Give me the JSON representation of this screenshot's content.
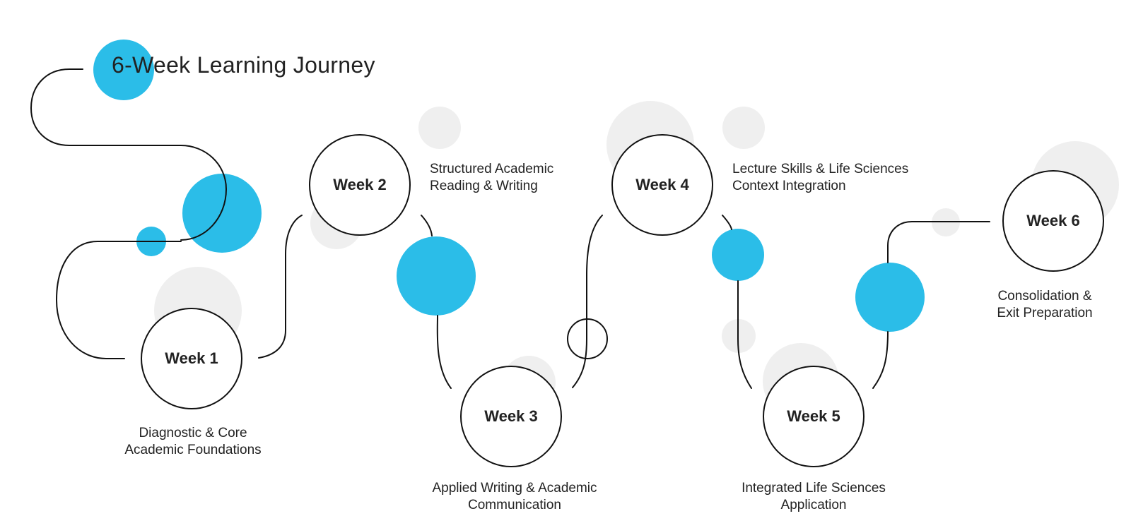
{
  "title": "6-Week Learning Journey",
  "colors": {
    "accent": "#2bbde8",
    "decor": "#efefef",
    "stroke": "#111111",
    "text": "#222222"
  },
  "weeks": [
    {
      "label": "Week 1",
      "desc": [
        "Diagnostic & Core",
        "Academic Foundations"
      ]
    },
    {
      "label": "Week 2",
      "desc": [
        "Structured Academic",
        "Reading & Writing"
      ]
    },
    {
      "label": "Week 3",
      "desc": [
        "Applied Writing & Academic",
        "Communication"
      ]
    },
    {
      "label": "Week 4",
      "desc": [
        "Lecture Skills & Life Sciences",
        "Context Integration"
      ]
    },
    {
      "label": "Week 5",
      "desc": [
        "Integrated Life Sciences",
        "Application"
      ]
    },
    {
      "label": "Week 6",
      "desc": [
        "Consolidation &",
        "Exit Preparation"
      ]
    }
  ]
}
